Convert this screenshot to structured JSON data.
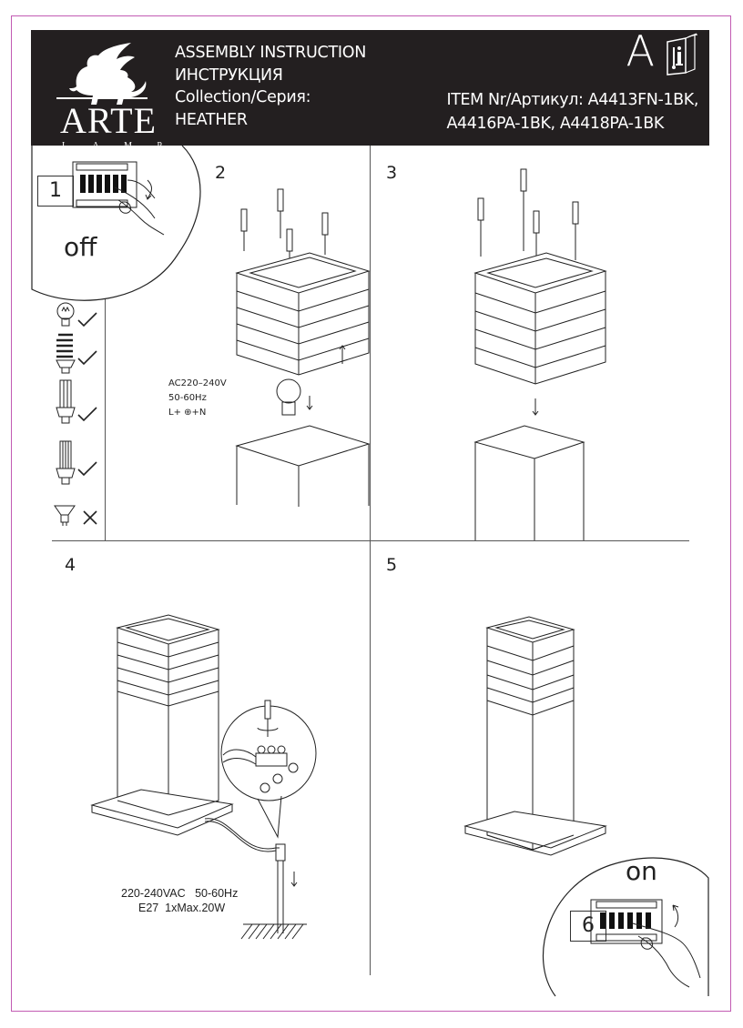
{
  "header": {
    "brand": "ARTE",
    "brand_sub": [
      "L",
      "A",
      "M",
      "P"
    ],
    "title_en": "ASSEMBLY INSTRUCTION",
    "title_ru": "ИНСТРУКЦИЯ",
    "collection_label": "Collection/Серия:",
    "collection_name": "HEATHER",
    "grade": "A",
    "info_icon": "info-manual-icon",
    "item_line1": "ITEM Nr/Артикул: A4413FN-1BK,",
    "item_line2": "A4416PA-1BK, A4418PA-1BK"
  },
  "steps": {
    "step1": {
      "number": "1",
      "label": "off"
    },
    "step2": {
      "number": "2",
      "voltage": "AC220–240V",
      "frequency": "50-60Hz",
      "wiring": "L+ ⊕+N"
    },
    "step3": {
      "number": "3"
    },
    "step4": {
      "number": "4",
      "spec_line1": "220-240VAC   50-60Hz",
      "spec_line2": "E27  1xMax.20W"
    },
    "step5": {
      "number": "5"
    },
    "step6": {
      "number": "6",
      "label": "on"
    }
  },
  "bulb_compatibility": [
    {
      "type": "incandescent-bulb",
      "allowed": true,
      "mark": "✓"
    },
    {
      "type": "spiral-cfl-bulb",
      "allowed": true,
      "mark": "✓"
    },
    {
      "type": "tube-cfl-bulb",
      "allowed": true,
      "mark": "✓"
    },
    {
      "type": "led-corn-bulb",
      "allowed": true,
      "mark": "✓"
    },
    {
      "type": "gu10-spot-bulb",
      "allowed": false,
      "mark": "✕"
    }
  ],
  "colors": {
    "header_bg": "#231f20",
    "page_border": "#c25bb3",
    "line": "#222222"
  }
}
